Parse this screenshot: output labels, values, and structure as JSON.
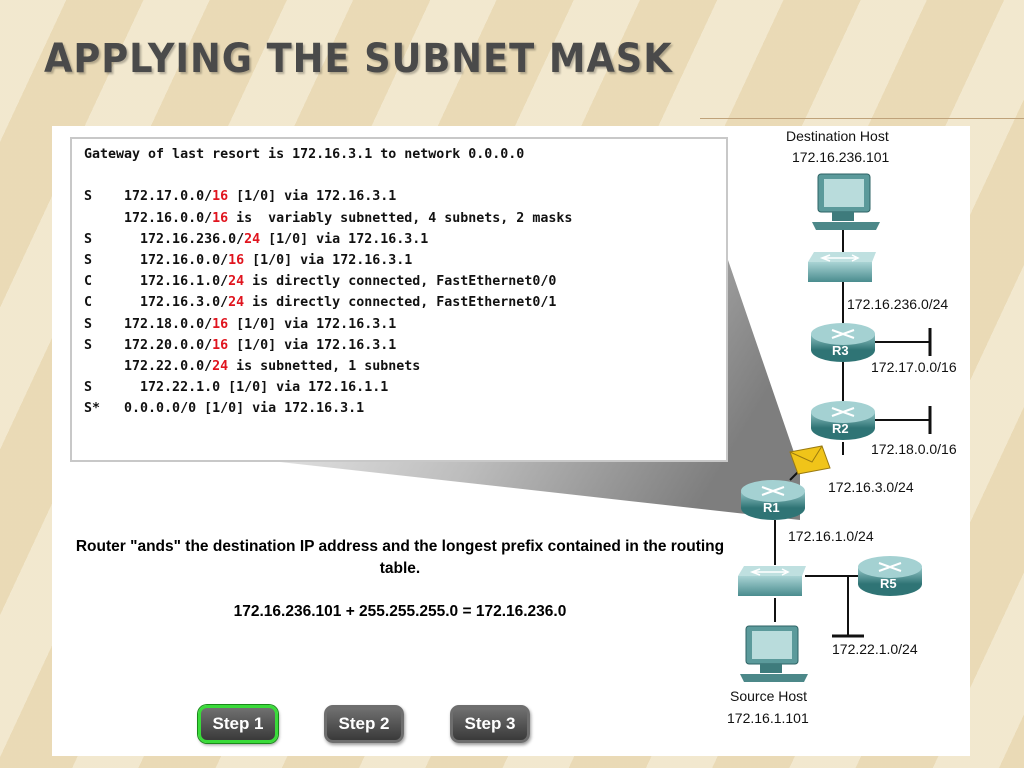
{
  "slide": {
    "title": "APPLYING THE SUBNET MASK"
  },
  "routing_table": {
    "lines": [
      {
        "prefix": "Gateway of last resort is 172.16.3.1 to network 0.0.0.0",
        "mask": "",
        "suffix": ""
      },
      {
        "prefix": "",
        "mask": "",
        "suffix": ""
      },
      {
        "prefix": "S    172.17.0.0/",
        "mask": "16",
        "suffix": " [1/0] via 172.16.3.1"
      },
      {
        "prefix": "     172.16.0.0/",
        "mask": "16",
        "suffix": " is  variably subnetted, 4 subnets, 2 masks"
      },
      {
        "prefix": "S      172.16.236.0/",
        "mask": "24",
        "suffix": " [1/0] via 172.16.3.1"
      },
      {
        "prefix": "S      172.16.0.0/",
        "mask": "16",
        "suffix": " [1/0] via 172.16.3.1"
      },
      {
        "prefix": "C      172.16.1.0/",
        "mask": "24",
        "suffix": " is directly connected, FastEthernet0/0"
      },
      {
        "prefix": "C      172.16.3.0/",
        "mask": "24",
        "suffix": " is directly connected, FastEthernet0/1"
      },
      {
        "prefix": "S    172.18.0.0/",
        "mask": "16",
        "suffix": " [1/0] via 172.16.3.1"
      },
      {
        "prefix": "S    172.20.0.0/",
        "mask": "16",
        "suffix": " [1/0] via 172.16.3.1"
      },
      {
        "prefix": "     172.22.0.0/",
        "mask": "24",
        "suffix": " is subnetted, 1 subnets"
      },
      {
        "prefix": "S      172.22.1.0 [1/0] via 172.16.1.1",
        "mask": "",
        "suffix": ""
      },
      {
        "prefix": "S*   0.0.0.0/0 [1/0] via 172.16.3.1",
        "mask": "",
        "suffix": ""
      }
    ],
    "mask_color": "#e0141e"
  },
  "topology": {
    "destination_host": {
      "label": "Destination Host",
      "ip": "172.16.236.101"
    },
    "source_host": {
      "label": "Source Host",
      "ip": "172.16.1.101"
    },
    "routers": {
      "r1": "R1",
      "r2": "R2",
      "r3": "R3",
      "r5": "R5"
    },
    "networks": {
      "n236": "172.16.236.0/24",
      "n17": "172.17.0.0/16",
      "n18": "172.18.0.0/16",
      "n3": "172.16.3.0/24",
      "n1": "172.16.1.0/24",
      "n22": "172.22.1.0/24"
    },
    "router_color": "#3f8a8c",
    "packet_color": "#f0c419"
  },
  "explanation": {
    "text": "Router \"ands\" the destination IP address and the longest prefix contained in the routing table.",
    "equation": "172.16.236.101 + 255.255.255.0 = 172.16.236.0"
  },
  "steps": [
    {
      "label": "Step 1",
      "active": true
    },
    {
      "label": "Step 2",
      "active": false
    },
    {
      "label": "Step 3",
      "active": false
    }
  ]
}
